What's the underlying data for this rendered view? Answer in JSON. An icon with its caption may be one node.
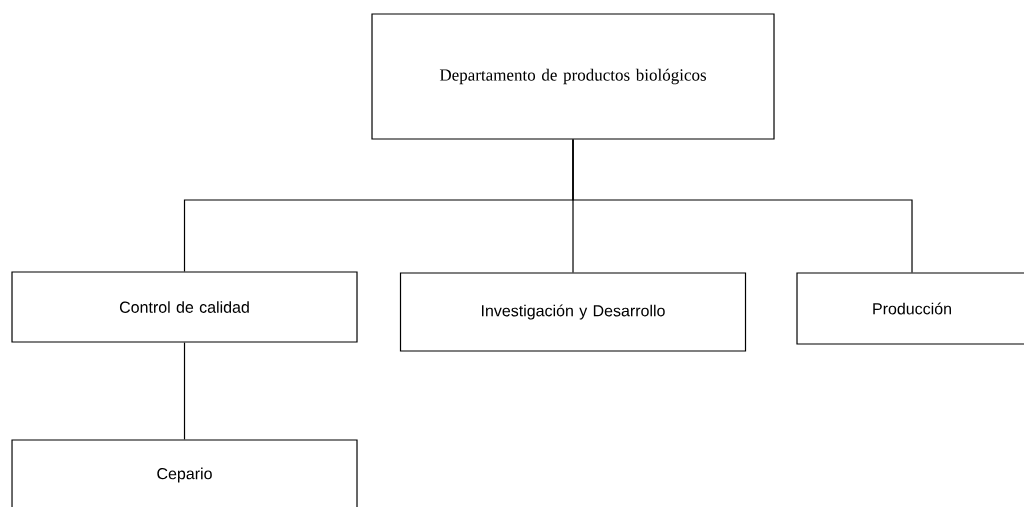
{
  "diagram": {
    "nodes": [
      {
        "text": [
          "Departamento de productos biológicos"
        ]
      },
      {
        "text": [
          "Control de calidad"
        ]
      },
      {
        "text": [
          "Investigación y Desarrollo"
        ]
      },
      {
        "text": [
          "Producción"
        ]
      },
      {
        "text": [
          "Cepario"
        ]
      }
    ],
    "edges": [
      {
        "from": 0,
        "to": 1,
        "arrow": "none"
      },
      {
        "from": 0,
        "to": 2,
        "arrow": "none"
      },
      {
        "from": 0,
        "to": 3,
        "arrow": "none"
      },
      {
        "from": 1,
        "to": 4,
        "arrow": "none"
      }
    ]
  }
}
